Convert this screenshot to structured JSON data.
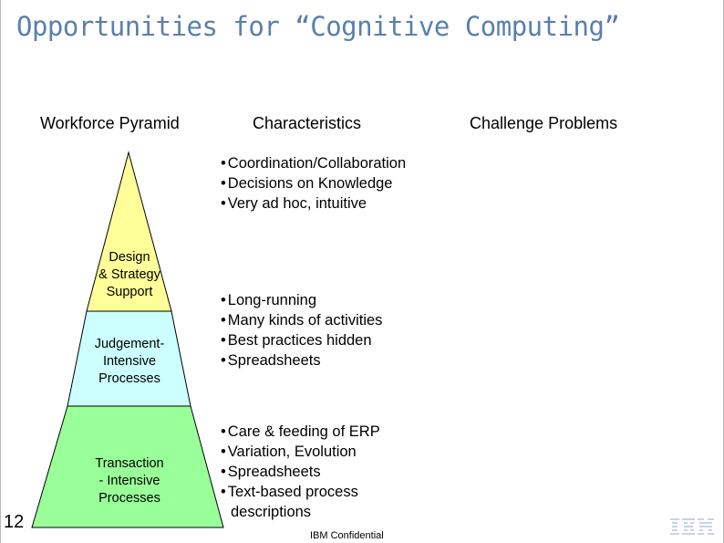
{
  "title": "Opportunities for “Cognitive Computing”",
  "columns": {
    "pyramid": "Workforce Pyramid",
    "characteristics": "Characteristics",
    "challenges": "Challenge Problems"
  },
  "tiers": [
    {
      "label": "Design\n& Strategy\nSupport",
      "color": "#ffff99"
    },
    {
      "label": "Judgement-\nIntensive\nProcesses",
      "color": "#ccffff"
    },
    {
      "label": "Transaction\n- Intensive\nProcesses",
      "color": "#99ff99"
    }
  ],
  "characteristics": [
    [
      "Coordination/Collaboration",
      "Decisions on Knowledge",
      "Very ad hoc, intuitive"
    ],
    [
      "Long-running",
      "Many kinds of activities",
      "Best practices hidden",
      "Spreadsheets"
    ],
    [
      "Care & feeding of ERP",
      "Variation, Evolution",
      "Spreadsheets",
      "Text-based process descriptions"
    ]
  ],
  "page_number": "12",
  "footer": "IBM Confidential",
  "logo_icon": "ibm-logo-icon"
}
